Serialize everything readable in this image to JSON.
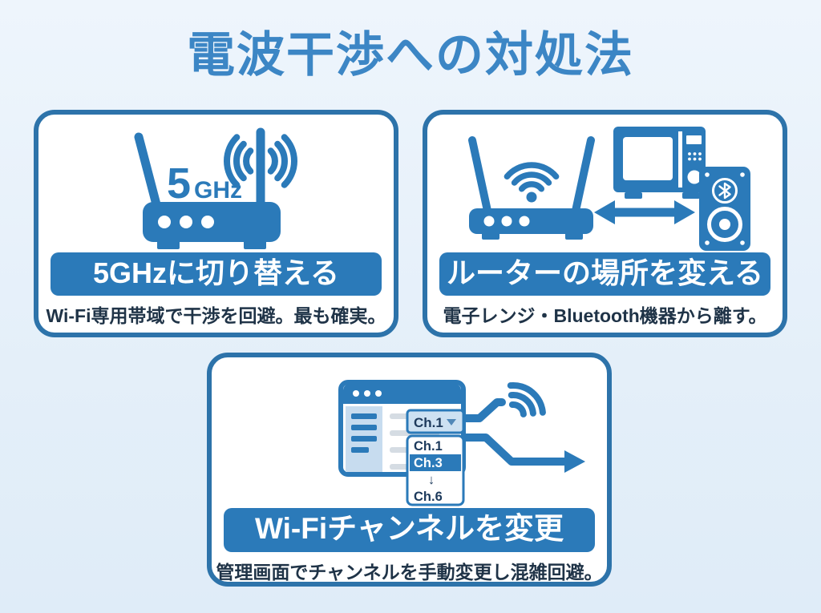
{
  "title": "電波干渉への対処法",
  "colors": {
    "background_top": "#eef5fc",
    "background_bottom": "#dfecf8",
    "primary_blue": "#2b7ab9",
    "card_border_blue": "#2d73aa",
    "title_blue": "#3c86c5",
    "text_navy": "#1f3347",
    "banner_text": "#ffffff",
    "sidebar_light_blue": "#c7dcef",
    "dropdown_selected_bg": "#cde1f2",
    "content_line_gray": "#d5dce3"
  },
  "cards": [
    {
      "id": "switch-to-5ghz",
      "banner": "5GHzに切り替える",
      "caption": "Wi-Fi専用帯域で干渉を回避。最も確実。",
      "icon": "wifi-router-5ghz",
      "icon_labels": {
        "freq_number": "5",
        "freq_unit": "GHz"
      }
    },
    {
      "id": "move-router-location",
      "banner": "ルーターの場所を変える",
      "caption": "電子レンジ・Bluetooth機器から離す。",
      "icon": "router-away-from-microwave-and-bluetooth-speaker"
    },
    {
      "id": "change-wifi-channel",
      "banner": "Wi-Fiチャンネルを変更",
      "caption": "管理画面でチャンネルを手動変更し混雑回避。",
      "icon": "admin-screen-channel-dropdown",
      "dropdown": {
        "selected": "Ch.1",
        "options": [
          "Ch.1",
          "Ch.3",
          "↓",
          "Ch.6"
        ],
        "highlighted_option": "Ch.3"
      }
    }
  ]
}
